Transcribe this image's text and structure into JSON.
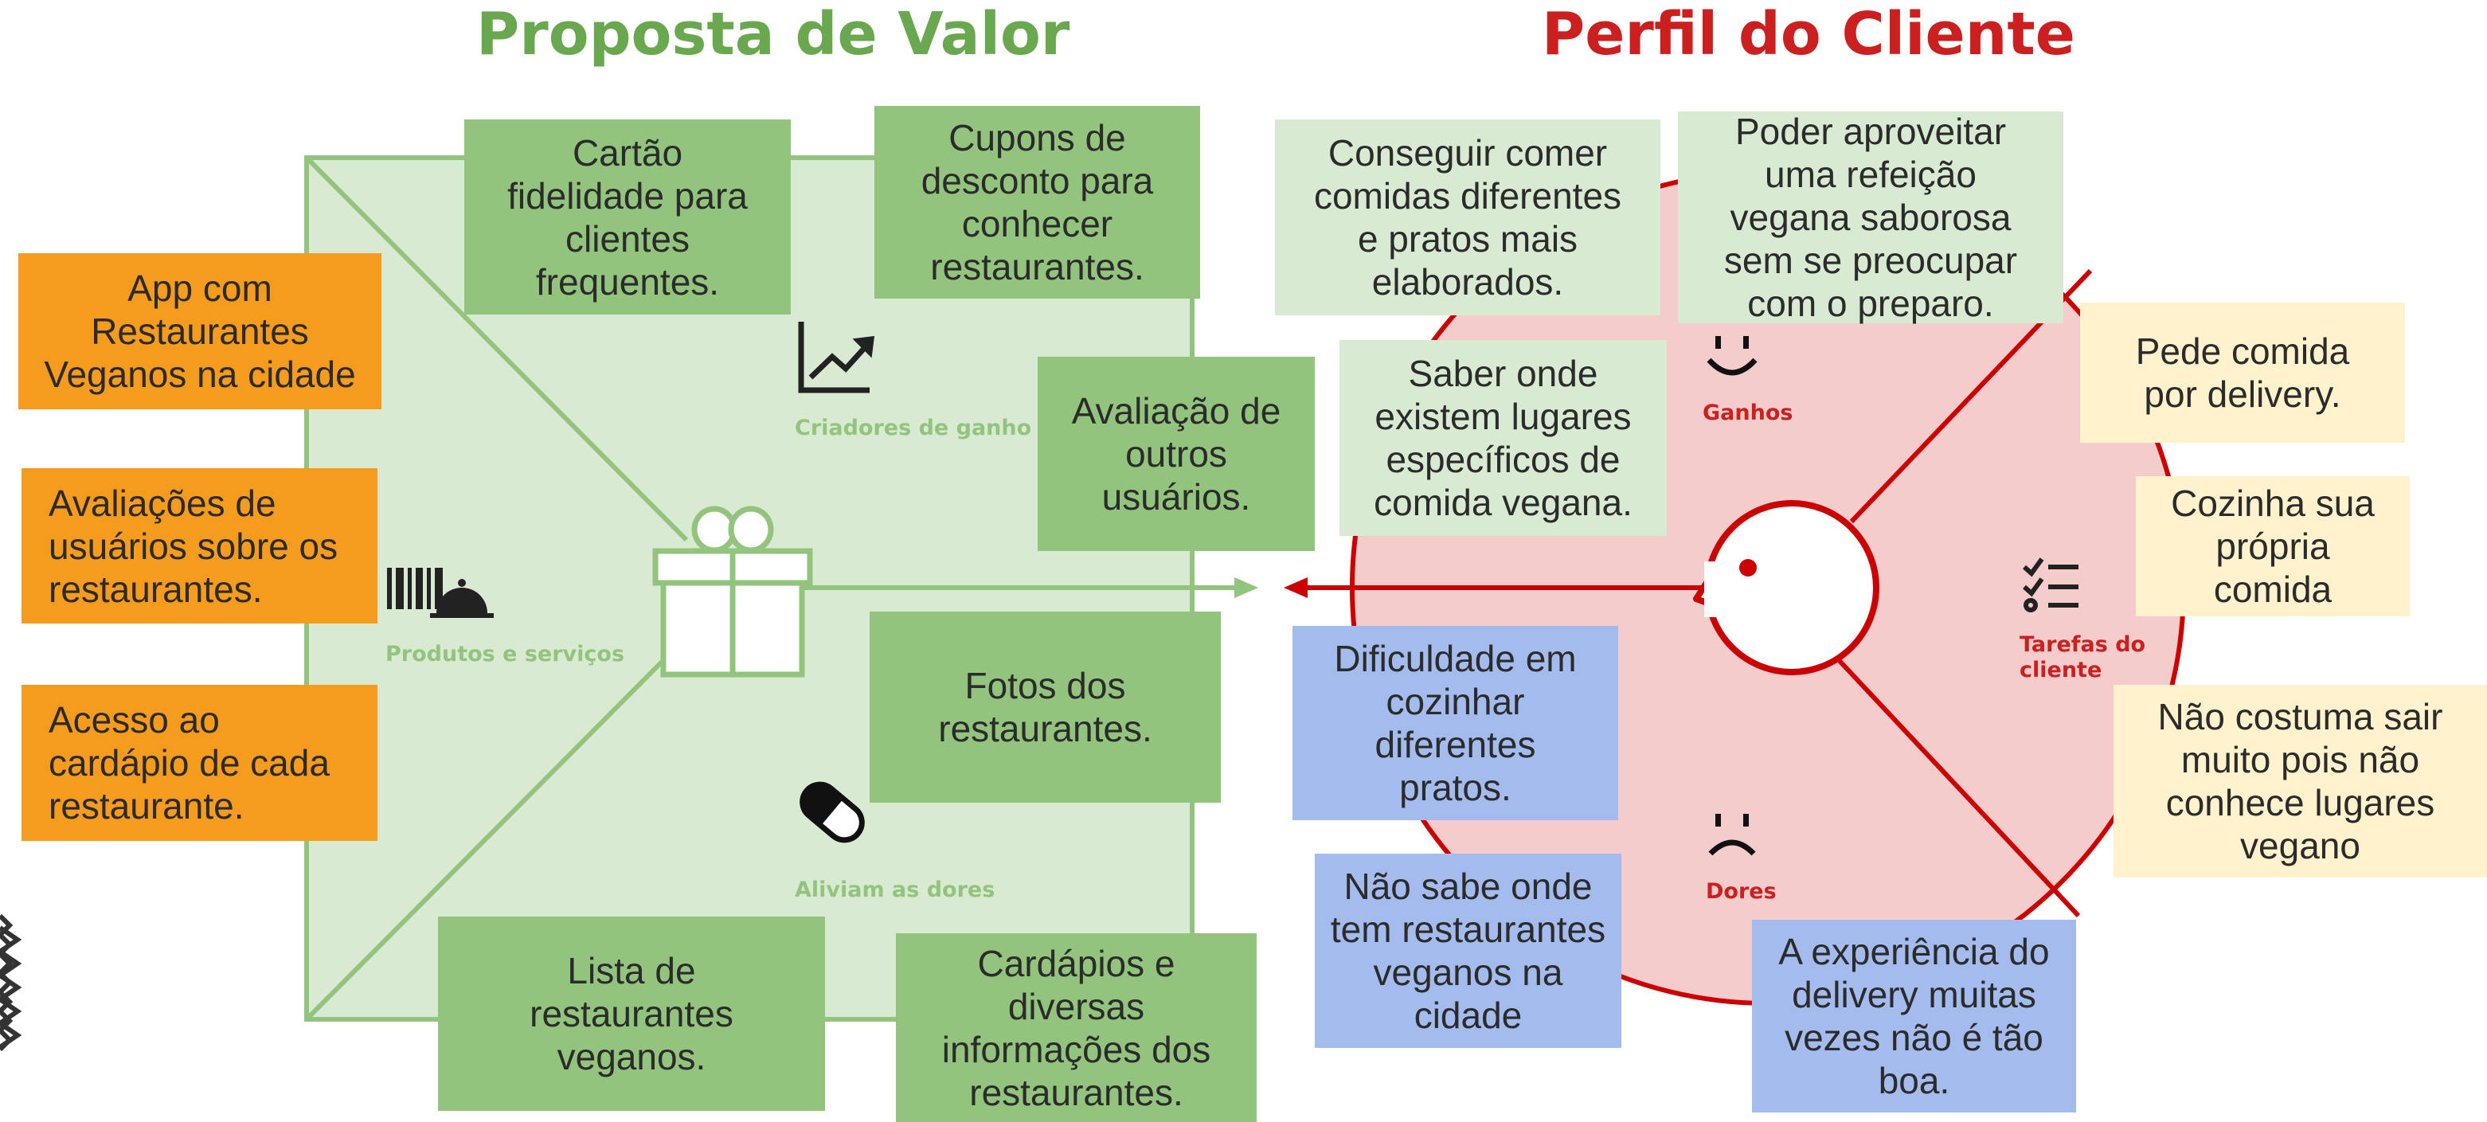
{
  "titles": {
    "value_proposition": "Proposta de Valor",
    "customer_profile": "Perfil do Cliente"
  },
  "colors": {
    "value_title": "#6aa84f",
    "customer_title": "#cc1f1f",
    "square_fill": "#d9ead3",
    "square_stroke": "#93c47d",
    "circle_fill": "#f4cccc",
    "circle_stroke": "#cc0000",
    "products_notes": "#f59b1e",
    "value_notes": "#93c47d",
    "gains_notes": "#d9ead3",
    "jobs_notes": "#fff2cc",
    "pains_notes": "#a4bbee"
  },
  "value_map": {
    "products_services": {
      "label": "Produtos e serviços",
      "icon": "barcode-cloche-icon",
      "notes": [
        "App com\nRestaurantes\nVeganos na cidade",
        "Avaliações de\nusuários sobre os\nrestaurantes.",
        "Acesso ao\ncardápio de cada\nrestaurante."
      ]
    },
    "gain_creators": {
      "label": "Criadores de ganho",
      "icon": "chart-up-icon",
      "notes": [
        "Cartão\nfidelidade para\nclientes\nfrequentes.",
        "Cupons de\ndesconto para\nconhecer\nrestaurantes.",
        "Avaliação de\noutros\nusuários."
      ]
    },
    "pain_relievers": {
      "label": "Aliviam as dores",
      "icon": "pill-icon",
      "notes": [
        "Fotos dos\nrestaurantes.",
        "Lista de\nrestaurantes\nveganos.",
        "Cardápios e\ndiversas\ninformações dos\nrestaurantes."
      ]
    },
    "center_icon": "gift-icon"
  },
  "customer_profile": {
    "gains": {
      "label": "Ganhos",
      "icon": "smile-icon",
      "notes": [
        "Conseguir comer\ncomidas diferentes\ne pratos mais\nelaborados.",
        "Poder aproveitar\numa refeição\nvegana saborosa\nsem se preocupar\ncom o preparo.",
        "Saber onde\nexistem lugares\nespecíficos de\ncomida vegana."
      ]
    },
    "jobs": {
      "label": "Tarefas do\ncliente",
      "icon": "checklist-icon",
      "notes": [
        "Pede comida\npor delivery.",
        "Cozinha sua\nprópria\ncomida",
        "Não costuma sair\nmuito pois não\nconhece lugares\nvegano"
      ]
    },
    "pains": {
      "label": "Dores",
      "icon": "frown-icon",
      "notes": [
        "Dificuldade em\ncozinhar\ndiferentes\npratos.",
        "Não sabe onde\ntem restaurantes\nveganos na\ncidade",
        "A experiência do\ndelivery muitas\nvezes não é tão\nboa."
      ]
    },
    "center_icon": "customer-face-icon"
  }
}
